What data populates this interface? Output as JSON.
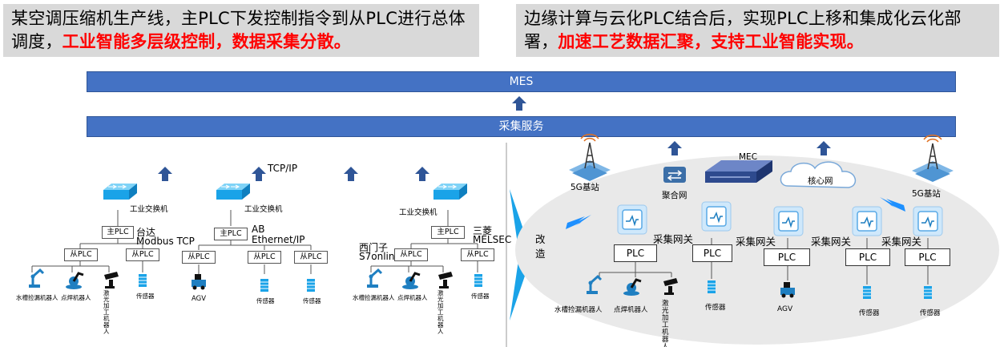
{
  "captions": {
    "left": {
      "text": "某空调压缩机生产线，主PLC下发控制指令到从PLC进行总体调度，",
      "highlight": "工业智能多层级控制，数据采集分散。"
    },
    "right": {
      "text": "边缘计算与云化PLC结合后，实现PLC上移和集成化云化部署，",
      "highlight": "加速工艺数据汇聚，支持工业智能实现。"
    }
  },
  "bands": {
    "mes": "MES",
    "collect": "采集服务"
  },
  "left": {
    "protocol_top": "TCP/IP",
    "groups": [
      {
        "switch": "工业交换机",
        "master": "主PLC",
        "vendor": "台达",
        "protocol": "Modbus TCP",
        "slaves": [
          "从PLC",
          "从PLC"
        ],
        "devices": [
          "水槽捡漏机器人",
          "点焊机器人",
          "激光加工机器人",
          "传感器"
        ]
      },
      {
        "switch": "工业交换机",
        "master": "主PLC",
        "vendor": "AB",
        "protocol": "Ethernet/IP",
        "slaves": [
          "从PLC",
          "从PLC",
          "从PLC"
        ],
        "devices": [
          "AGV",
          "传感器",
          "传感器"
        ]
      },
      {
        "switch": "工业交换机",
        "master": "主PLC",
        "vendor": "三菱",
        "protocol": "MELSEC",
        "side_vendor": "西门子",
        "side_protocol": "S7online",
        "slaves": [
          "从PLC",
          "从PLC"
        ],
        "devices": [
          "水槽捡漏机器人",
          "点焊机器人",
          "激光加工机器人",
          "传感器"
        ]
      }
    ]
  },
  "transform_label": "改造",
  "right": {
    "base_station": "5G基站",
    "aggregation": "聚合网",
    "mec": "MEC",
    "core": "核心网",
    "gateway": "采集网关",
    "plc": "PLC",
    "units": [
      {
        "devices": [
          "水槽捡漏机器人",
          "点焊机器人",
          "激光加工机器人"
        ]
      },
      {
        "devices": [
          "传感器"
        ]
      },
      {
        "devices": [
          "AGV"
        ]
      },
      {
        "devices": [
          "传感器"
        ]
      },
      {
        "devices": [
          "传感器"
        ]
      }
    ]
  },
  "colors": {
    "band": "#4472c4",
    "arrow": "#2f5597",
    "highlight": "#ff0000",
    "caption_bg": "#d9d9d9",
    "ellipse": "#e9e9e9",
    "lightning": "#1e90ff"
  }
}
